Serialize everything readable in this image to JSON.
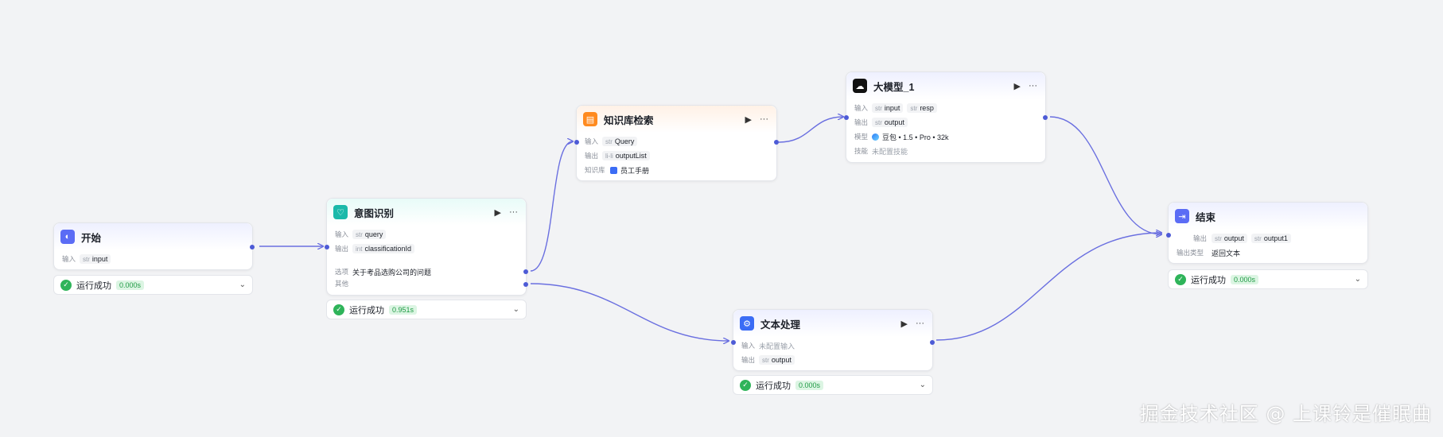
{
  "nodes": {
    "start": {
      "title": "开始",
      "input_label": "输入",
      "input_type": "str",
      "input_name": "input"
    },
    "intent": {
      "title": "意图识别",
      "input_label": "输入",
      "input_type": "str",
      "input_name": "query",
      "output_label": "输出",
      "output_type": "int",
      "output_name": "classificationId",
      "option_label": "选项",
      "option_value": "关于考品选购公司的问题",
      "other_label": "其他"
    },
    "kb": {
      "title": "知识库检索",
      "input_label": "输入",
      "input_type": "str",
      "input_name": "Query",
      "output_label": "输出",
      "output_type": "li-li",
      "output_name": "outputList",
      "kb_label": "知识库",
      "kb_value": "员工手册"
    },
    "llm": {
      "title": "大模型_1",
      "input_label": "输入",
      "input1_type": "str",
      "input1_name": "input",
      "input2_type": "str",
      "input2_name": "resp",
      "output_label": "输出",
      "output_type": "str",
      "output_name": "output",
      "model_label": "模型",
      "model_value": "豆包 • 1.5 • Pro • 32k",
      "skill_label": "技能",
      "skill_value": "未配置技能"
    },
    "text": {
      "title": "文本处理",
      "input_label": "输入",
      "input_value": "未配置输入",
      "output_label": "输出",
      "output_type": "str",
      "output_name": "output"
    },
    "end": {
      "title": "结束",
      "output_label": "输出",
      "output1_type": "str",
      "output1_name": "output",
      "output2_type": "str",
      "output2_name": "output1",
      "otype_label": "输出类型",
      "otype_value": "返回文本"
    }
  },
  "status": {
    "start": {
      "text": "运行成功",
      "time": "0.000s"
    },
    "intent": {
      "text": "运行成功",
      "time": "0.951s"
    },
    "text": {
      "text": "运行成功",
      "time": "0.000s"
    },
    "end": {
      "text": "运行成功",
      "time": "0.000s"
    }
  },
  "icons": {
    "run": "play-icon",
    "more": "more-icon",
    "expand": "chevron-down-icon",
    "ok": "check-circle-icon"
  },
  "colors": {
    "edge": "#6a6fe0",
    "success": "#2fb45a",
    "accent": "#5b6cf5"
  },
  "watermark": "掘金技术社区 @ 上课铃是催眠曲"
}
